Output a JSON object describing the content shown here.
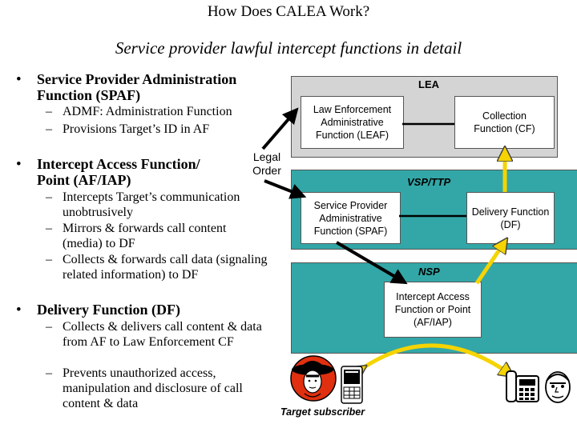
{
  "title": "How Does CALEA Work?",
  "subtitle": "Service provider lawful intercept functions in detail",
  "bullets": [
    {
      "text": "Service Provider Administration Function (SPAF)",
      "subs": [
        "ADMF: Administration Function",
        "Provisions Target’s ID in AF"
      ]
    },
    {
      "text": "Intercept Access Function/ Point (AF/IAP)",
      "subs": [
        "Intercepts Target’s communication unobtrusively",
        "Mirrors & forwards call content (media) to DF",
        "Collects & forwards call data (signaling related information) to DF"
      ]
    },
    {
      "text": "Delivery Function (DF)",
      "subs": [
        "Collects & delivers call content & data from AF to Law Enforcement CF",
        "Prevents unauthorized access, manipulation and disclosure of call content & data"
      ]
    }
  ],
  "bullet_symbol": "•",
  "sub_symbol": "–",
  "diagram": {
    "lea_label": "LEA",
    "vsp_label": "VSP/TTP",
    "nsp_label": "NSP",
    "leaf": "Law Enforcement Administrative Function (LEAF)",
    "cf": "Collection Function (CF)",
    "spaf": "Service Provider Administrative Function (SPAF)",
    "df": "Delivery Function (DF)",
    "iap": "Intercept Access Function or Point (AF/IAP)",
    "legal_order": "Legal Order",
    "target": "Target subscriber"
  },
  "colors": {
    "lea_region": "#d4d4d4",
    "vsp_region": "#33a7a7",
    "nsp_region": "#33a7a7",
    "arrow_yellow": "#f5d400",
    "arrow_black": "#000000"
  },
  "icons": [
    "person-with-hat-icon",
    "pda-icon",
    "desk-phone-icon",
    "person-icon"
  ]
}
